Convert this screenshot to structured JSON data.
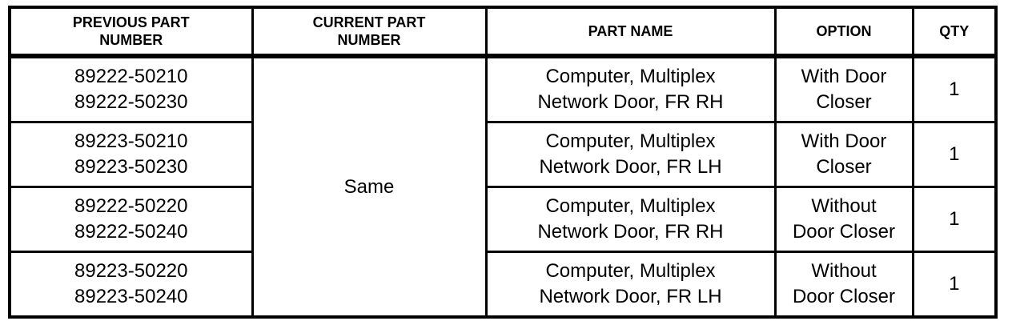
{
  "table": {
    "headers": {
      "previous": "PREVIOUS PART\nNUMBER",
      "current": "CURRENT PART\nNUMBER",
      "part_name": "PART NAME",
      "option": "OPTION",
      "qty": "QTY"
    },
    "merged_current_value": "Same",
    "rows": [
      {
        "previous": "89222-50210\n89222-50230",
        "part_name": "Computer, Multiplex\nNetwork Door, FR RH",
        "option": "With Door\nCloser",
        "qty": "1"
      },
      {
        "previous": "89223-50210\n89223-50230",
        "part_name": "Computer, Multiplex\nNetwork Door, FR LH",
        "option": "With Door\nCloser",
        "qty": "1"
      },
      {
        "previous": "89222-50220\n89222-50240",
        "part_name": "Computer, Multiplex\nNetwork Door, FR RH",
        "option": "Without\nDoor Closer",
        "qty": "1"
      },
      {
        "previous": "89223-50220\n89223-50240",
        "part_name": "Computer, Multiplex\nNetwork Door, FR LH",
        "option": "Without\nDoor Closer",
        "qty": "1"
      }
    ],
    "colors": {
      "border": "#000000",
      "background": "#ffffff",
      "text": "#000000"
    }
  }
}
